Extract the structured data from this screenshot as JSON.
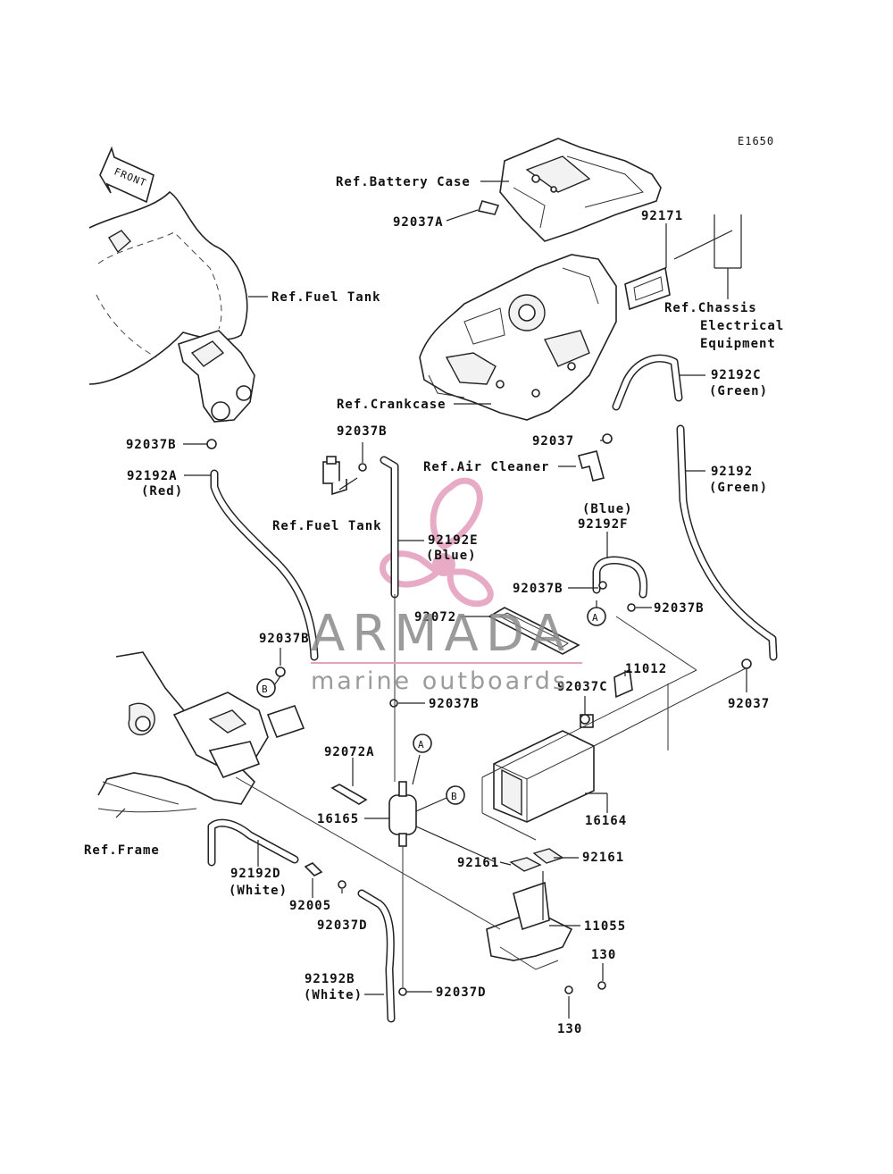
{
  "diagram": {
    "code": "E1650",
    "front_label": "FRONT",
    "labels": {
      "ref_battery_case": "Ref.Battery Case",
      "p92037A": "92037A",
      "p92171": "92171",
      "ref_fuel_tank_top": "Ref.Fuel Tank",
      "ref_chassis_1": "Ref.Chassis",
      "ref_chassis_2": "Electrical",
      "ref_chassis_3": "Equipment",
      "ref_crankcase": "Ref.Crankcase",
      "p92192C": "92192C",
      "green_c": "(Green)",
      "p92037B_left": "92037B",
      "p92037B_center": "92037B",
      "p92037_upper": "92037",
      "ref_air_cleaner": "Ref.Air Cleaner",
      "p92192A": "92192A",
      "red": "(Red)",
      "p92192": "92192",
      "green": "(Green)",
      "ref_fuel_tank_mid": "Ref.Fuel Tank",
      "blue_f": "(Blue)",
      "p92192F": "92192F",
      "p92192E": "92192E",
      "blue_e": "(Blue)",
      "p92037B_mid": "92037B",
      "p92037B_right": "92037B",
      "p92072": "92072",
      "p92037B_lower": "92037B",
      "p11012": "11012",
      "p92037C": "92037C",
      "p92037B_center2": "92037B",
      "p92037_right": "92037",
      "p92072A": "92072A",
      "p16165": "16165",
      "p16164": "16164",
      "ref_frame": "Ref.Frame",
      "p92161_left": "92161",
      "p92161_right": "92161",
      "p92192D": "92192D",
      "white_d": "(White)",
      "p92005": "92005",
      "p92037D_upper": "92037D",
      "p11055": "11055",
      "p130_upper": "130",
      "p92192B": "92192B",
      "white_b": "(White)",
      "p92037D_lower": "92037D",
      "p130_lower": "130"
    },
    "callouts": {
      "A": "A",
      "B": "B"
    }
  },
  "watermark": {
    "title": "ARMADA",
    "subtitle": "marine outboards",
    "logo_color": "#e6a3bf",
    "text_color": "#8a8a8a"
  }
}
